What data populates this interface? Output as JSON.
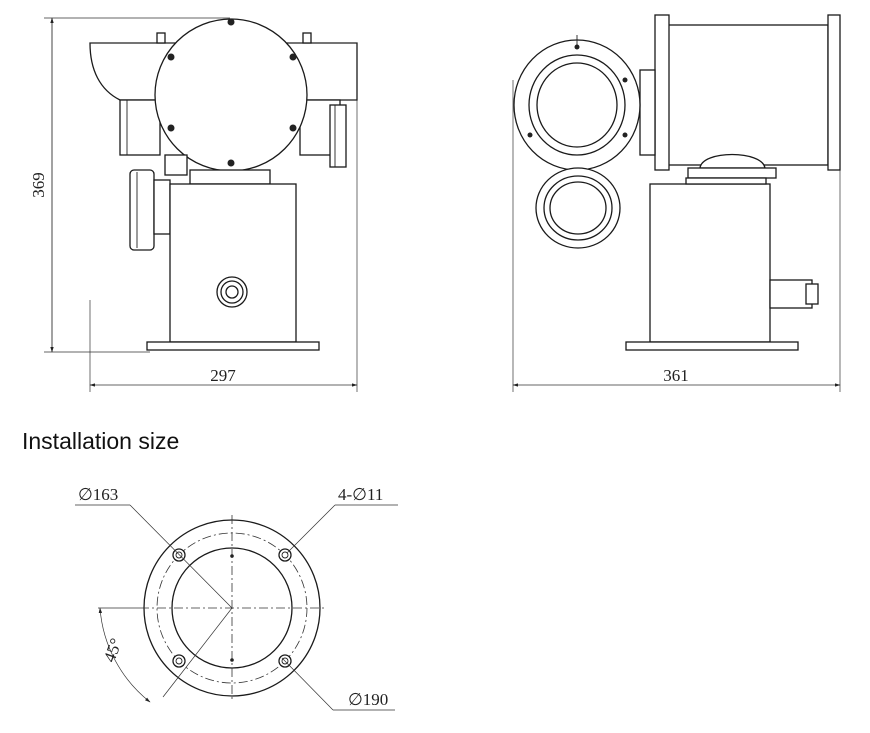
{
  "heading": "Installation size",
  "front_view": {
    "height_label": "369",
    "width_label": "297"
  },
  "side_view": {
    "width_label": "361"
  },
  "base_view": {
    "inner_dia_label": "∅163",
    "holes_label": "4-∅11",
    "outer_dia_label": "∅190",
    "angle_label": "45°"
  }
}
